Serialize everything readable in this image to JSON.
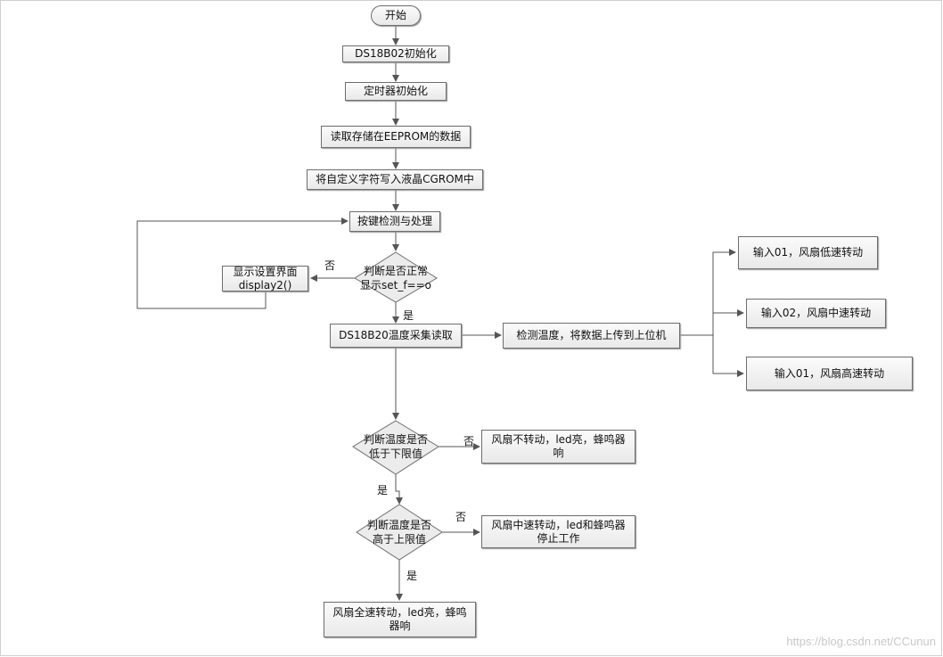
{
  "nodes": {
    "start": "开始",
    "ds18b02_init": "DS18B02初始化",
    "timer_init": "定时器初始化",
    "read_eeprom": "读取存储在EEPROM的数据",
    "write_cgrom": "将自定义字符写入液晶CGROM中",
    "key_detect": "按键检测与处理",
    "decision_display": "判断是否正常\n显示set_f==o",
    "show_settings": "显示设置界面\ndisplay2()",
    "temp_read": "DS18B20温度采集读取",
    "detect_upload": "检测温度，将数据上传到上位机",
    "input_low": "输入01，风扇低速转动",
    "input_mid": "输入02，风扇中速转动",
    "input_high": "输入01，风扇高速转动",
    "decision_lower": "判断温度是否\n低于下限值",
    "fan_off": "风扇不转动，led亮，蜂鸣器\n响",
    "decision_upper": "判断温度是否\n高于上限值",
    "fan_medium": "风扇中速转动，led和蜂鸣器\n停止工作",
    "fan_full": "风扇全速转动，led亮，蜂鸣\n器响"
  },
  "labels": {
    "no_1": "否",
    "yes_1": "是",
    "no_2": "否",
    "yes_2": "是",
    "no_3": "否",
    "yes_3": "是"
  },
  "watermark": "https://blog.csdn.net/CCunun"
}
